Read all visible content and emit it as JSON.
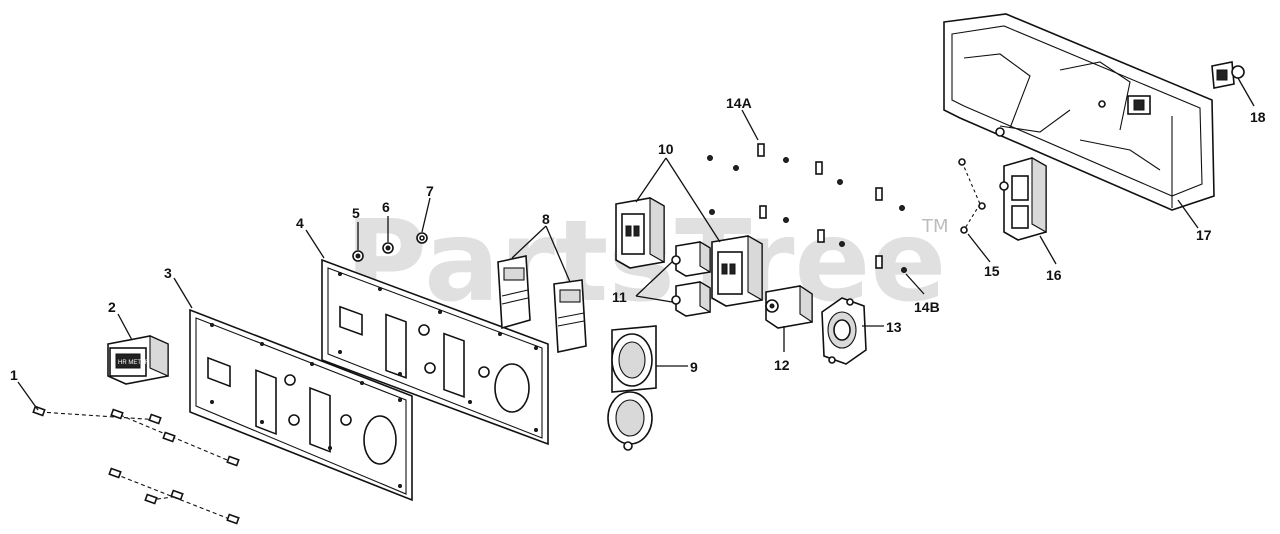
{
  "watermark": {
    "text": "PartsTree",
    "tm": "TM"
  },
  "callouts": {
    "c1": "1",
    "c2": "2",
    "c3": "3",
    "c4": "4",
    "c5": "5",
    "c6": "6",
    "c7": "7",
    "c8": "8",
    "c9": "9",
    "c10": "10",
    "c11": "11",
    "c12": "12",
    "c13": "13",
    "c14a": "14A",
    "c14b": "14B",
    "c15": "15",
    "c16": "16",
    "c17": "17",
    "c18": "18"
  },
  "meter_label": "HR METER"
}
